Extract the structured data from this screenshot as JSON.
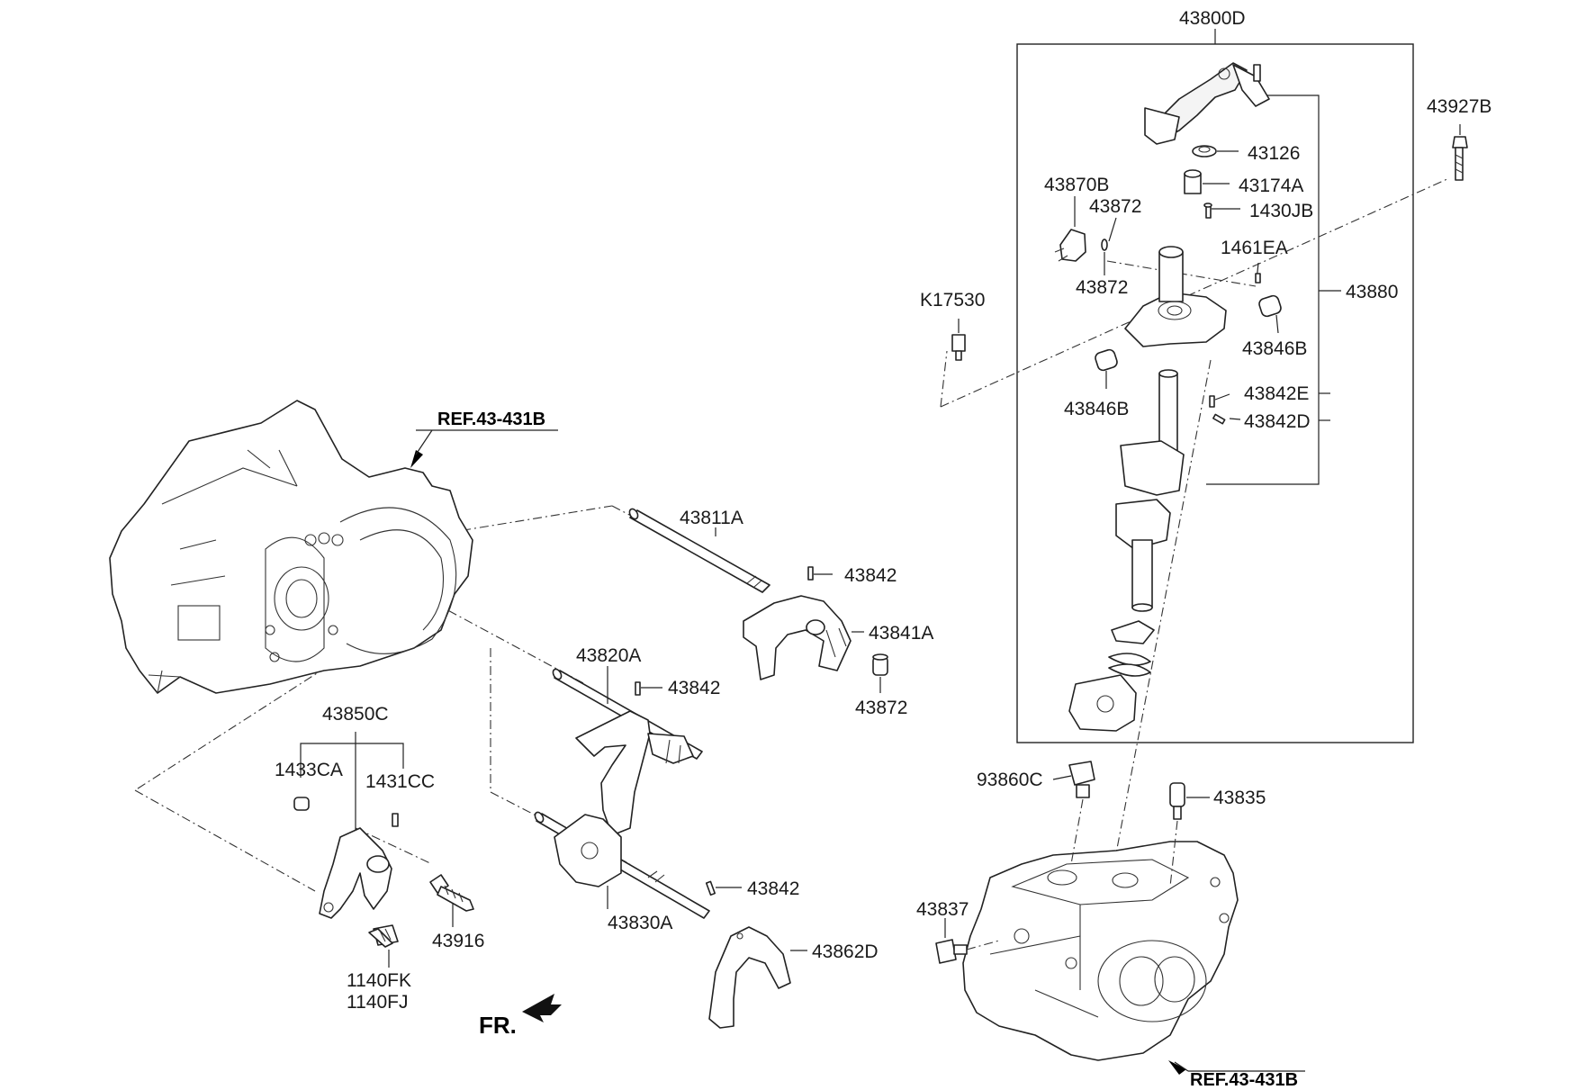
{
  "labels": {
    "p43800D": "43800D",
    "p43927B": "43927B",
    "p43126": "43126",
    "p43174A": "43174A",
    "p1430JB": "1430JB",
    "p43870B": "43870B",
    "p43872_a": "43872",
    "p1461EA": "1461EA",
    "p43872_b": "43872",
    "p43880": "43880",
    "pK17530": "K17530",
    "p43846B_a": "43846B",
    "p43846B_b": "43846B",
    "p43842E": "43842E",
    "p43842D": "43842D",
    "p43811A": "43811A",
    "p43842_a": "43842",
    "p43841A": "43841A",
    "p43820A": "43820A",
    "p43842_b": "43842",
    "p43872_c": "43872",
    "p43850C": "43850C",
    "p1433CA": "1433CA",
    "p1431CC": "1431CC",
    "p43842_c": "43842",
    "p43862D": "43862D",
    "p43830A": "43830A",
    "p43916": "43916",
    "p1140FK": "1140FK",
    "p1140FJ": "1140FJ",
    "p93860C": "93860C",
    "p43835": "43835",
    "p43837": "43837"
  },
  "refs": {
    "top": "REF.43-431B",
    "bottom": "REF.43-431B"
  },
  "direction": "FR."
}
